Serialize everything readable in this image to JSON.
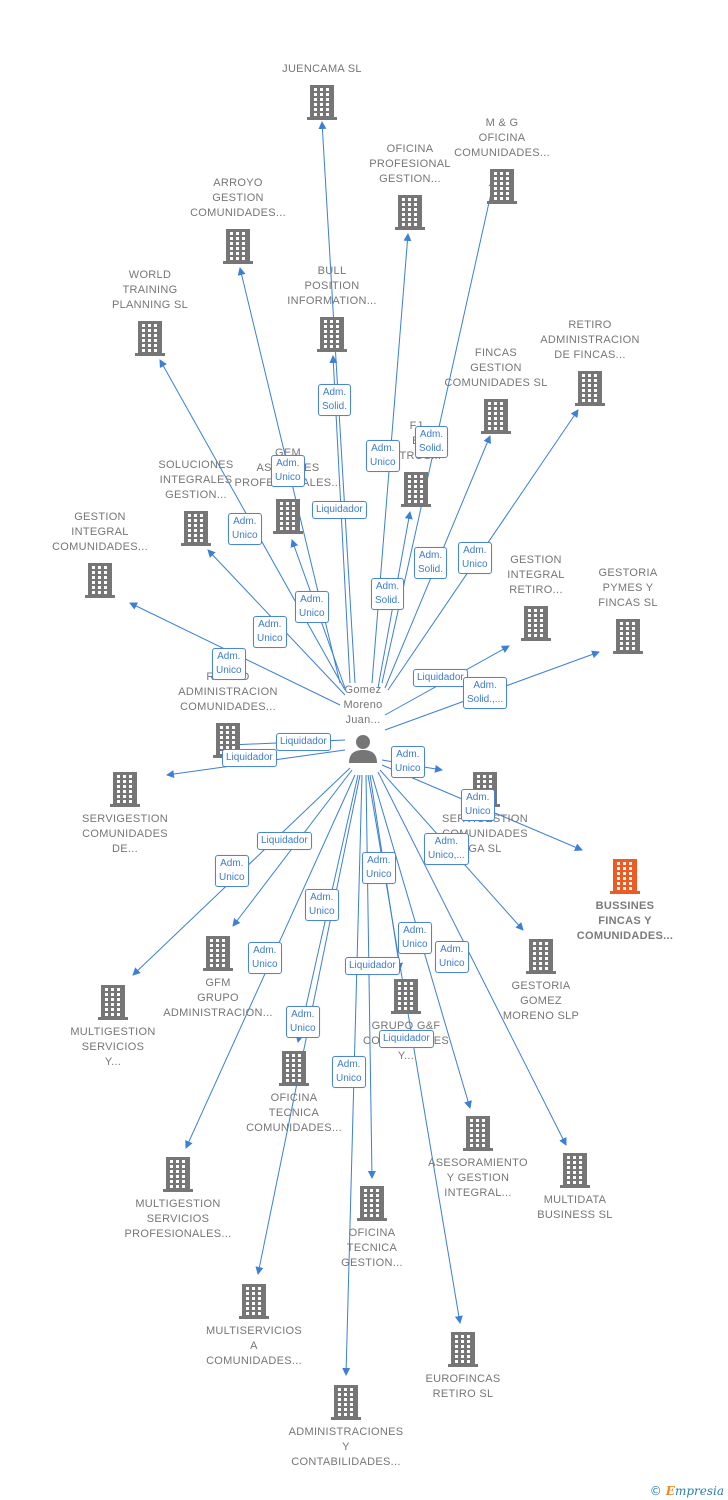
{
  "center": {
    "label": "Gomez\nMoreno\nJuan..."
  },
  "companies": [
    {
      "id": "juencama",
      "label": "JUENCAMA  SL"
    },
    {
      "id": "myg",
      "label": "M & G\nOFICINA\nCOMUNIDADES..."
    },
    {
      "id": "oficina_prof",
      "label": "OFICINA\nPROFESIONAL\nGESTION..."
    },
    {
      "id": "arroyo",
      "label": "ARROYO\nGESTION\nCOMUNIDADES..."
    },
    {
      "id": "world",
      "label": "WORLD\nTRAINING\nPLANNING SL"
    },
    {
      "id": "bull",
      "label": "BULL\nPOSITION\nINFORMATION..."
    },
    {
      "id": "retiro_adm_fincas",
      "label": "RETIRO\nADMINISTRACION\nDE FINCAS..."
    },
    {
      "id": "fincas_gestion",
      "label": "FINCAS\nGESTION\nCOMUNIDADES SL"
    },
    {
      "id": "fj",
      "label": "FJ\nE\nOTROS..."
    },
    {
      "id": "gem",
      "label": "GEM\nASESORES\nPROFESIONALES..."
    },
    {
      "id": "soluciones",
      "label": "SOLUCIONES\nINTEGRALES\nGESTION..."
    },
    {
      "id": "gestion_integral_com",
      "label": "GESTION\nINTEGRAL\nCOMUNIDADES..."
    },
    {
      "id": "gestion_integral_retiro",
      "label": "GESTION\nINTEGRAL\nRETIRO..."
    },
    {
      "id": "gestoria_pymes",
      "label": "GESTORIA\nPYMES Y\nFINCAS SL"
    },
    {
      "id": "retiro_adm_com",
      "label": "RETIRO\nADMINISTRACION\nCOMUNIDADES..."
    },
    {
      "id": "servigestion_de",
      "label": "SERVIGESTION\nCOMUNIDADES\nDE..."
    },
    {
      "id": "servigestion_ga",
      "label": "SERVIGESTION\nCOMUNIDADES\nGA  SL"
    },
    {
      "id": "bussines",
      "label": "BUSSINES\nFINCAS Y\nCOMUNIDADES..."
    },
    {
      "id": "gfm",
      "label": "GFM\nGRUPO\nADMINISTRACION..."
    },
    {
      "id": "multigestion_y",
      "label": "MULTIGESTION\nSERVICIOS\nY..."
    },
    {
      "id": "gestoria_gomez",
      "label": "GESTORIA\nGOMEZ\nMORENO  SLP"
    },
    {
      "id": "grupo_gf",
      "label": "GRUPO G&F\nCONSULTORES\nY..."
    },
    {
      "id": "oficina_tecnica_com",
      "label": "OFICINA\nTECNICA\nCOMUNIDADES..."
    },
    {
      "id": "asesoramiento",
      "label": "ASESORAMIENTO\nY GESTION\nINTEGRAL..."
    },
    {
      "id": "multidata",
      "label": "MULTIDATA\nBUSINESS SL"
    },
    {
      "id": "multigestion_prof",
      "label": "MULTIGESTION\nSERVICIOS\nPROFESIONALES..."
    },
    {
      "id": "oficina_tecnica_gest",
      "label": "OFICINA\nTECNICA\nGESTION..."
    },
    {
      "id": "multiservicios",
      "label": "MULTISERVICIOS\nA\nCOMUNIDADES..."
    },
    {
      "id": "eurofincas",
      "label": "EUROFINCAS\nRETIRO SL"
    },
    {
      "id": "administraciones",
      "label": "ADMINISTRACIONES\nY\nCONTABILIDADES..."
    }
  ],
  "roles": [
    {
      "id": "r1",
      "label": "Adm.\nSolid."
    },
    {
      "id": "r2",
      "label": "Adm.\nUnico"
    },
    {
      "id": "r3",
      "label": "Adm.\nSolid."
    },
    {
      "id": "r4",
      "label": "Adm.\nUnico"
    },
    {
      "id": "r5",
      "label": "Liquidador"
    },
    {
      "id": "r6",
      "label": "Adm.\nUnico"
    },
    {
      "id": "r7",
      "label": "Adm.\nSolid."
    },
    {
      "id": "r8",
      "label": "Adm.\nUnico"
    },
    {
      "id": "r9",
      "label": "Adm.\nSolid."
    },
    {
      "id": "r10",
      "label": "Adm.\nUnico"
    },
    {
      "id": "r11",
      "label": "Adm.\nUnico"
    },
    {
      "id": "r12",
      "label": "Adm.\nUnico"
    },
    {
      "id": "r13",
      "label": "Liquidador"
    },
    {
      "id": "r14",
      "label": "Adm.\nSolid.,..."
    },
    {
      "id": "r15",
      "label": "Liquidador"
    },
    {
      "id": "r16",
      "label": "Liquidador"
    },
    {
      "id": "r17",
      "label": "Adm.\nUnico"
    },
    {
      "id": "r18",
      "label": "Adm.\nUnico"
    },
    {
      "id": "r19",
      "label": "Adm.\nUnico,..."
    },
    {
      "id": "r20",
      "label": "Liquidador"
    },
    {
      "id": "r21",
      "label": "Adm.\nUnico"
    },
    {
      "id": "r22",
      "label": "Adm.\nUnico"
    },
    {
      "id": "r23",
      "label": "Adm.\nUnico"
    },
    {
      "id": "r24",
      "label": "Adm.\nUnico"
    },
    {
      "id": "r25",
      "label": "Adm.\nUnico"
    },
    {
      "id": "r26",
      "label": "Liquidador"
    },
    {
      "id": "r27",
      "label": "Adm.\nUnico"
    },
    {
      "id": "r28",
      "label": "Adm.\nUnico"
    },
    {
      "id": "r29",
      "label": "Liquidador"
    },
    {
      "id": "r30",
      "label": "Adm.\nUnico"
    }
  ],
  "colors": {
    "edge": "#3b7fd6",
    "building": "#767676",
    "highlight": "#ef5a24"
  },
  "icons": {
    "company": "building-icon",
    "person": "person-icon"
  },
  "footer": {
    "copyright_symbol": "©",
    "brand_first": "E",
    "brand_rest": "mpresia"
  }
}
